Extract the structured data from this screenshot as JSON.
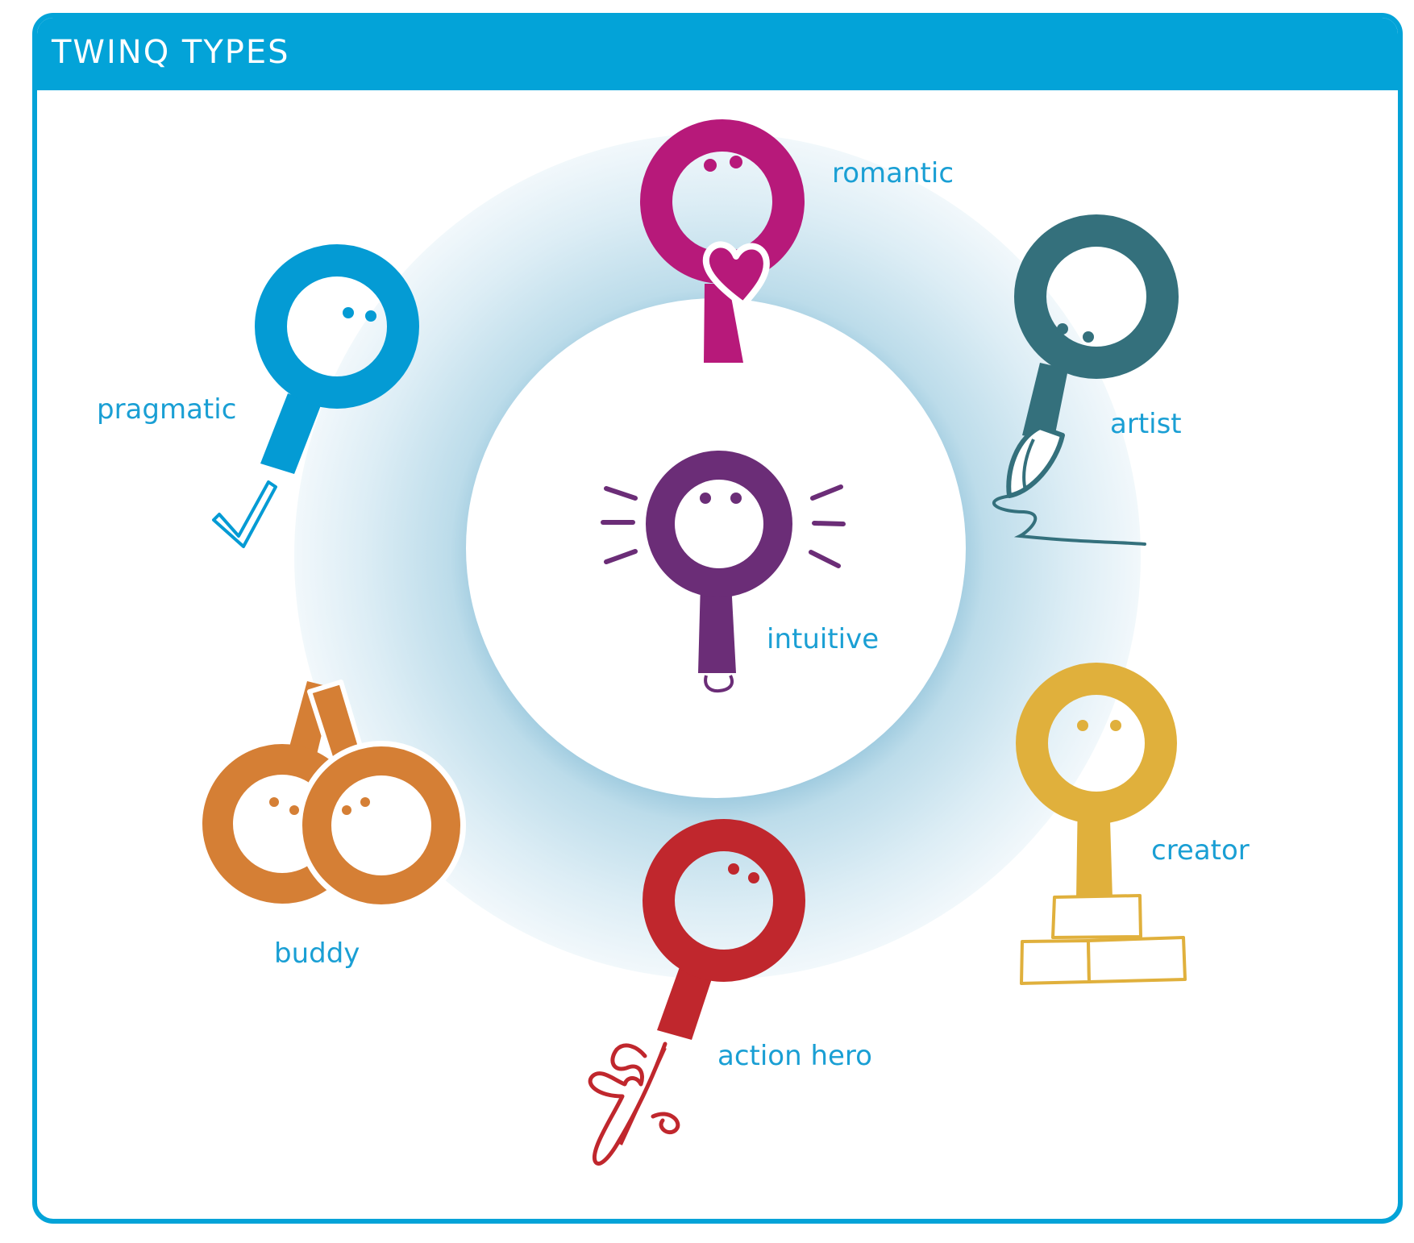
{
  "panel": {
    "title": "TWINQ TYPES"
  },
  "types": {
    "romantic": {
      "label": "romantic",
      "color": "#b7197a"
    },
    "artist": {
      "label": "artist",
      "color": "#34707c"
    },
    "pragmatic": {
      "label": "pragmatic",
      "color": "#049bd4"
    },
    "intuitive": {
      "label": "intuitive",
      "color": "#6b2d77"
    },
    "creator": {
      "label": "creator",
      "color": "#e0b03c"
    },
    "buddy": {
      "label": "buddy",
      "color": "#d57f35"
    },
    "action_hero": {
      "label": "action hero",
      "color": "#c0272d"
    }
  },
  "colors": {
    "frame": "#03a3d8",
    "label_text": "#1a9fd4",
    "ring_glow": "#c8e3ef"
  }
}
